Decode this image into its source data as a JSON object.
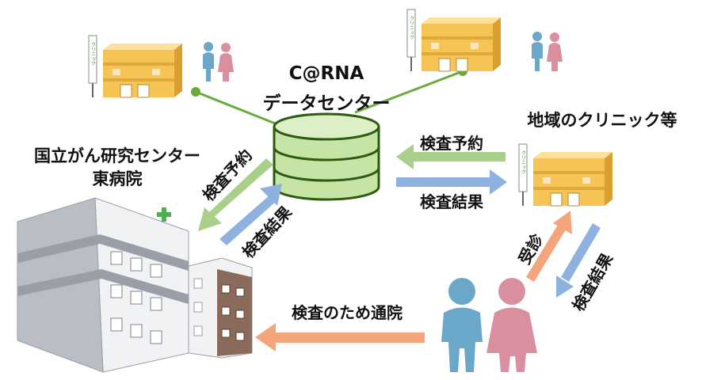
{
  "center": {
    "title_line1": "C@RNA",
    "title_line2": "データセンター"
  },
  "hospital": {
    "name_line1": "国立がん研究センター",
    "name_line2": "東病院"
  },
  "clinic": {
    "label": "地域のクリニック等",
    "sign_text": "クリニック"
  },
  "flows": {
    "exam_booking": "検査予約",
    "exam_results": "検査結果",
    "visit": "受診",
    "commute_for_exam": "検査のため通院"
  },
  "colors": {
    "network_line": "#6aab3c",
    "booking_arrow": "#a9cf8b",
    "results_arrow": "#8fb1e0",
    "visit_arrow": "#f4a57c",
    "db_body": "#c5e4a5",
    "db_stroke": "#2e5b12",
    "clinic_building": "#f6c455",
    "person_male": "#6aa7c8",
    "person_female": "#d98f9d"
  }
}
